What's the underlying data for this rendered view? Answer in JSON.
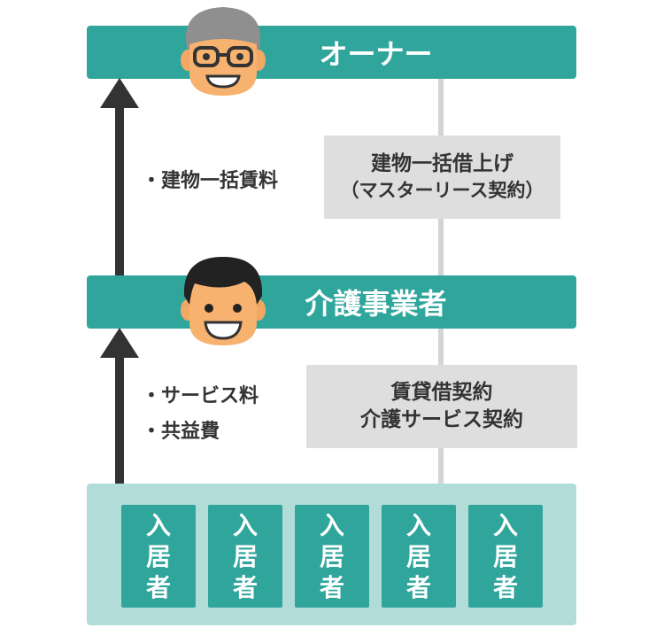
{
  "owner": {
    "label": "オーナー"
  },
  "operator": {
    "label": "介護事業者"
  },
  "owner_contract": {
    "line1": "建物一括借上げ",
    "line2": "（マスターリース契約）"
  },
  "operator_contract": {
    "line1": "賃貸借契約",
    "line2": "介護サービス契約"
  },
  "payments_to_owner": [
    "・建物一括賃料"
  ],
  "payments_to_operator": [
    "・サービス料",
    "・共益費"
  ],
  "residents": [
    {
      "label_chars": [
        "入",
        "居",
        "者"
      ]
    },
    {
      "label_chars": [
        "入",
        "居",
        "者"
      ]
    },
    {
      "label_chars": [
        "入",
        "居",
        "者"
      ]
    },
    {
      "label_chars": [
        "入",
        "居",
        "者"
      ]
    },
    {
      "label_chars": [
        "入",
        "居",
        "者"
      ]
    }
  ],
  "colors": {
    "teal": "#2fa59c",
    "light_teal": "#b2dcd8",
    "gray_box": "#dedede",
    "line_gray": "#d4d4d4",
    "arrow": "#333333"
  }
}
